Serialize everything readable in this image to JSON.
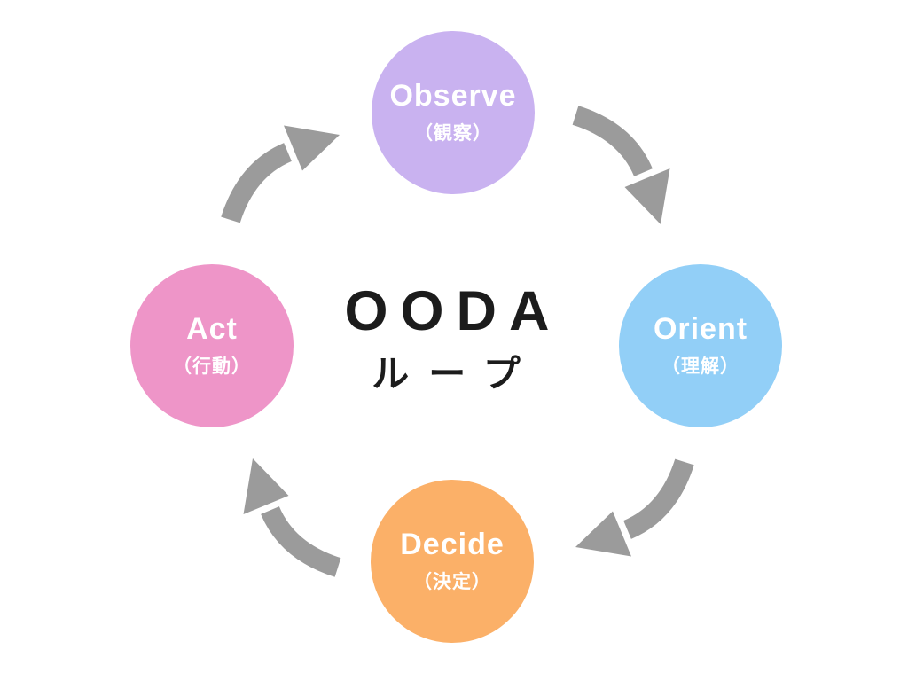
{
  "diagram": {
    "center_title": "OODA",
    "center_subtitle": "ループ",
    "title_color": "#1c1c1c",
    "arrow_color": "#9b9b9b",
    "node_text_color": "#ffffff",
    "background": "#ffffff",
    "cycle_direction": "clockwise",
    "nodes": [
      {
        "id": "observe",
        "label": "Observe",
        "sublabel": "（観察）",
        "color": "#c9b2f0",
        "position": "top"
      },
      {
        "id": "orient",
        "label": "Orient",
        "sublabel": "（理解）",
        "color": "#92cff7",
        "position": "right"
      },
      {
        "id": "decide",
        "label": "Decide",
        "sublabel": "（決定）",
        "color": "#fbb068",
        "position": "bottom"
      },
      {
        "id": "act",
        "label": "Act",
        "sublabel": "（行動）",
        "color": "#ee95c8",
        "position": "left"
      }
    ]
  }
}
